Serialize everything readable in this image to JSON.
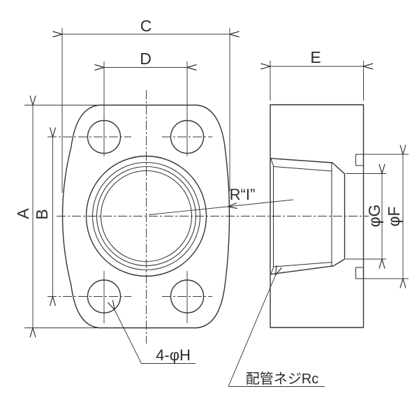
{
  "drawing": {
    "background_color": "#ffffff",
    "line_color": "#333333",
    "front_view": {
      "dim_overall_width": "C",
      "dim_bolt_pitch_horizontal": "D",
      "dim_overall_height": "A",
      "dim_bolt_pitch_vertical": "B",
      "note_side_radius": "R“I”",
      "note_bolt_holes": "4-φH"
    },
    "side_view": {
      "dim_depth": "E",
      "dim_thread_boss_diameter": "φG",
      "dim_face_diameter": "φF",
      "note_pipe_thread": "配管ネジRc"
    }
  }
}
